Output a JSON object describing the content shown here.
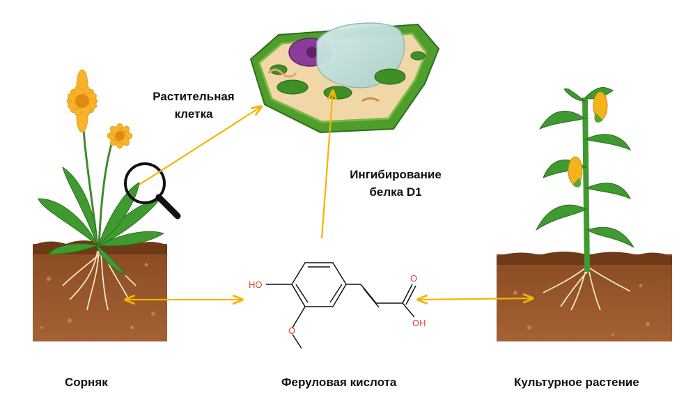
{
  "labels": {
    "plant_cell": "Растительная клетка",
    "inhibition": "Ингибирование белка D1",
    "weed": "Сорняк",
    "ferulic_acid": "Феруловая кислота",
    "crop": "Культурное растение"
  },
  "chemistry": {
    "ho": "HO",
    "o": "O",
    "oh": "OH"
  },
  "colors": {
    "arrow": "#f4b400",
    "soil": "#8a4b22",
    "leaf": "#3f9a2f",
    "flower": "#f7b32b",
    "chem_red": "#e53935",
    "cell_wall": "#5aa832"
  }
}
